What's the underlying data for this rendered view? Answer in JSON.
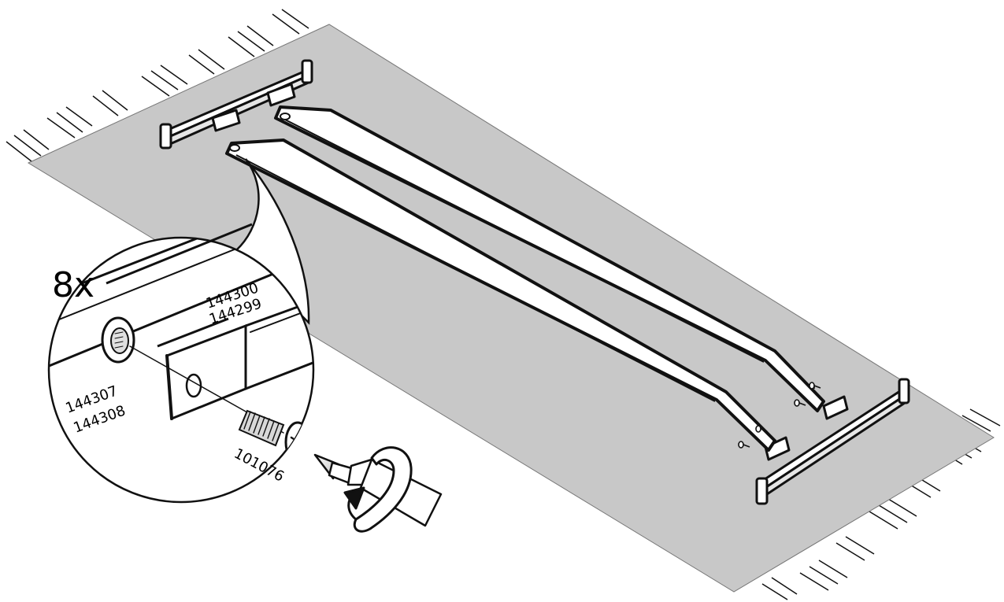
{
  "figure": {
    "quantity": "8x",
    "parts": {
      "rail_inner": "144300",
      "rail_outer": "144299",
      "bracket_a": "144307",
      "bracket_b": "144308",
      "screw": "101076"
    }
  },
  "colors": {
    "mat": "#c8c8c8",
    "line": "#111111",
    "part": "#ffffff",
    "detail_bg": "#ffffff"
  }
}
